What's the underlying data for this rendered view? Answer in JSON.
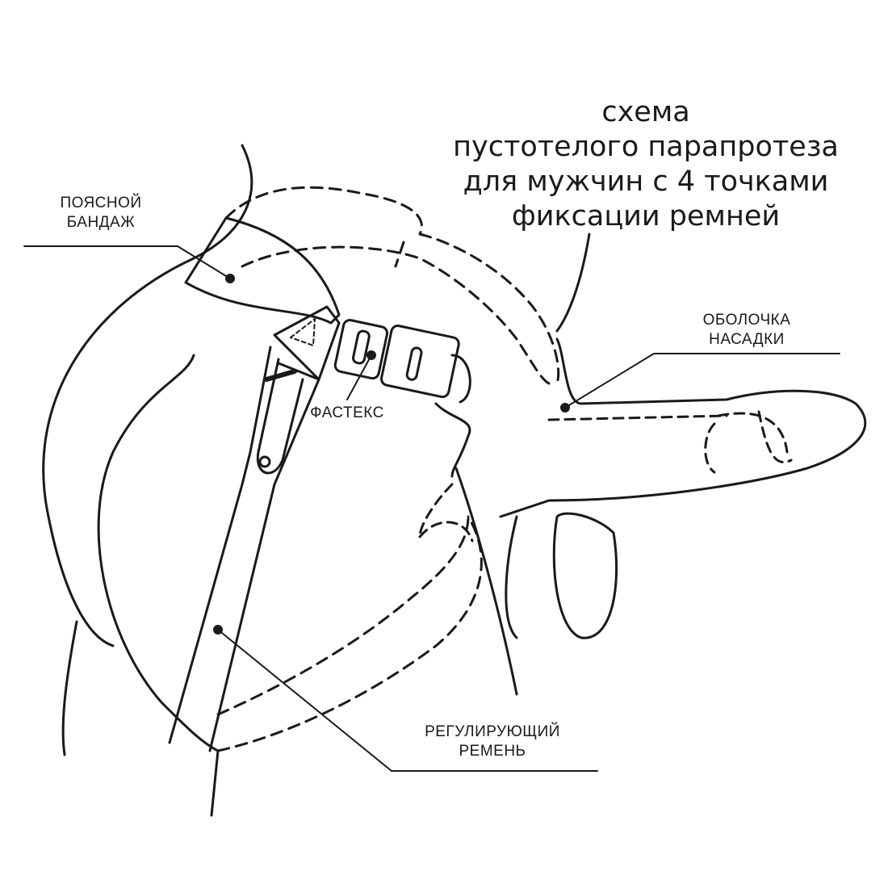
{
  "title": {
    "lines": [
      "схема",
      "пустотелого парапротеза",
      "для мужчин с 4 точками",
      "фиксации ремней"
    ]
  },
  "labels": {
    "waist_bandage": [
      "ПОЯСНОЙ",
      "БАНДАЖ"
    ],
    "fastex": "ФАСТЕКС",
    "attachment_sleeve": [
      "ОБОЛОЧКА",
      "НАСАДКИ"
    ],
    "adjusting_strap": [
      "РЕГУЛИРУЮЩИЙ",
      "РЕМЕНЬ"
    ]
  },
  "colors": {
    "line": "#1a1a1a",
    "background": "#ffffff"
  }
}
